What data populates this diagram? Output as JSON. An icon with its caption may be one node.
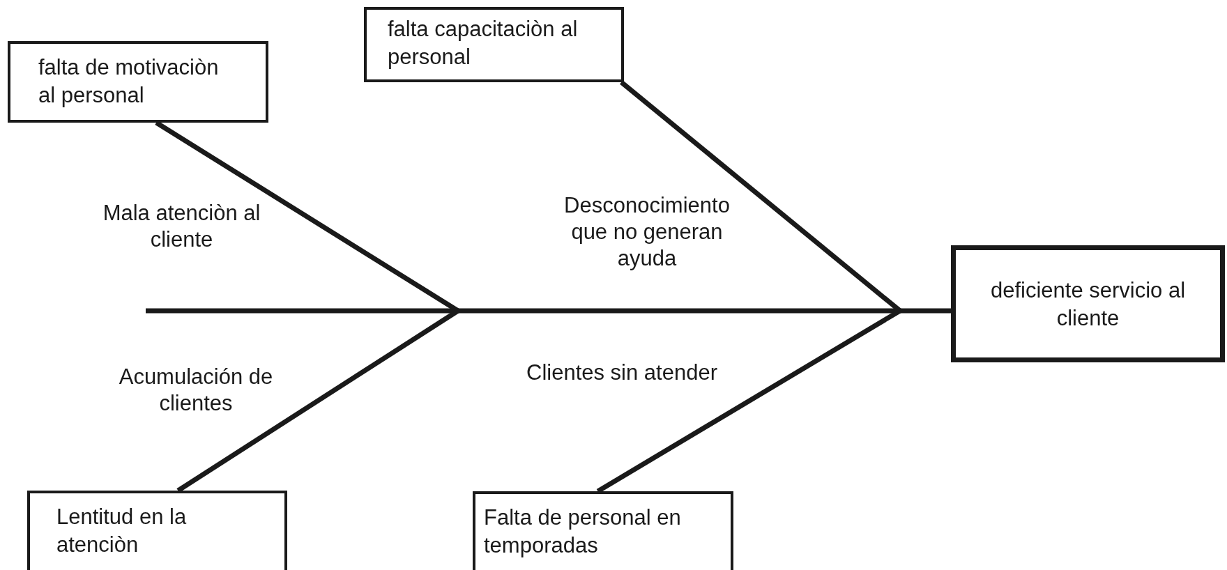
{
  "diagram": {
    "nodes": [
      {
        "text": [
          "falta de motivaciòn al personal"
        ]
      },
      {
        "text": [
          "falta capacitaciòn al personal"
        ]
      },
      {
        "text": [
          "deficiente servicio al cliente"
        ]
      },
      {
        "text": [
          "Lentitud en la atenciòn"
        ]
      },
      {
        "text": [
          "Falta de personal en temporadas"
        ]
      }
    ],
    "edges": [
      {
        "from": 0,
        "to": null,
        "arrow": "none",
        "label": "Mala atenciòn al cliente"
      },
      {
        "from": 1,
        "to": null,
        "arrow": "none",
        "label": "Desconocimiento que no generan ayuda"
      },
      {
        "from": 3,
        "to": null,
        "arrow": "none",
        "label": "Acumulación de clientes"
      },
      {
        "from": 4,
        "to": null,
        "arrow": "none",
        "label": "Clientes sin atender"
      },
      {
        "from": null,
        "to": 2,
        "arrow": "none"
      }
    ]
  }
}
